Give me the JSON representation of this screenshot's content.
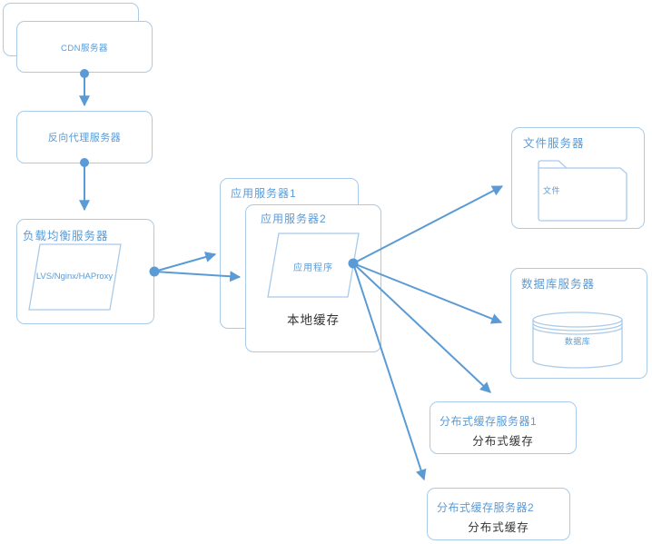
{
  "colors": {
    "box_border": "#a9cbe9",
    "connector": "#5b9bd5",
    "label_blue": "#5b9bd5",
    "label_dark": "#333333"
  },
  "nodes": {
    "cdn": {
      "label": "CDN服务器"
    },
    "reverse_proxy": {
      "label": "反向代理服务器"
    },
    "load_balancer": {
      "label": "负载均衡服务器",
      "component": "LVS/Nginx/HAProxy"
    },
    "app_server_1": {
      "label": "应用服务器1"
    },
    "app_server_2": {
      "label": "应用服务器2",
      "component": "应用程序",
      "cache": "本地缓存"
    },
    "file_server": {
      "label": "文件服务器",
      "component": "文件"
    },
    "database_server": {
      "label": "数据库服务器",
      "component": "数据库"
    },
    "cache_server_1": {
      "label": "分布式缓存服务器1",
      "cache": "分布式缓存"
    },
    "cache_server_2": {
      "label": "分布式缓存服务器2",
      "cache": "分布式缓存"
    }
  },
  "edges": [
    {
      "from": "cdn",
      "to": "reverse_proxy"
    },
    {
      "from": "reverse_proxy",
      "to": "load_balancer"
    },
    {
      "from": "load_balancer",
      "to": "app_server_1"
    },
    {
      "from": "load_balancer",
      "to": "app_server_2"
    },
    {
      "from": "app_server_2",
      "to": "file_server"
    },
    {
      "from": "app_server_2",
      "to": "database_server"
    },
    {
      "from": "app_server_2",
      "to": "cache_server_1"
    },
    {
      "from": "app_server_2",
      "to": "cache_server_2"
    }
  ]
}
